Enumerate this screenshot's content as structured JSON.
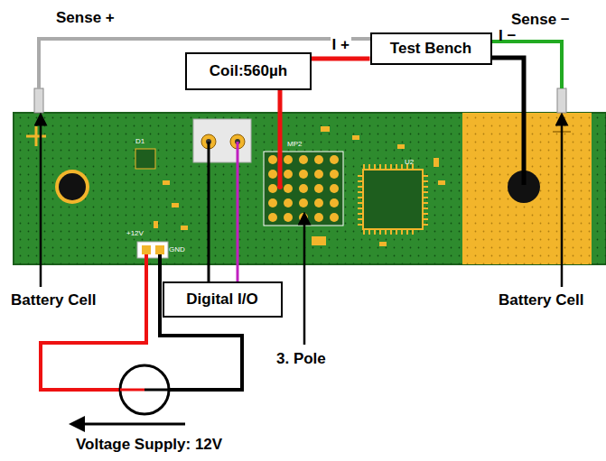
{
  "diagram": {
    "nodes": [
      {
        "text": [
          "Test Bench"
        ]
      },
      {
        "text": [
          "Coil:560µh"
        ]
      },
      {
        "text": [
          "Digital I/O"
        ]
      }
    ],
    "edges": [
      {
        "from": 1,
        "to": 0,
        "arrow": "none",
        "label": "I +"
      }
    ],
    "labels": [
      "Sense +",
      "Sense −",
      "I −",
      "Battery Cell",
      "Battery Cell",
      "3. Pole",
      "Voltage Supply: 12V",
      "+12V",
      "GND",
      "MP2",
      "U2",
      "D1"
    ]
  }
}
